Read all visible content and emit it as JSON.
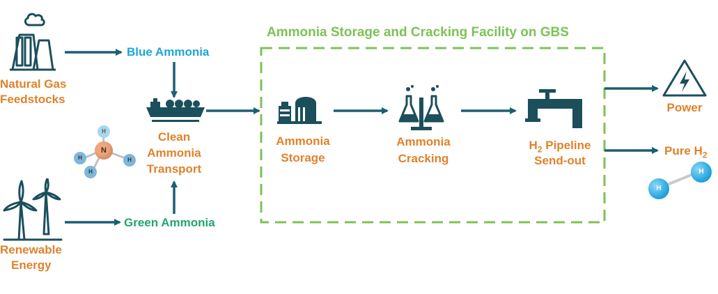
{
  "facility": {
    "title": "Ammonia Storage and Cracking Facility on GBS"
  },
  "sources": {
    "natural_gas": {
      "label_line1": "Natural  Gas",
      "label_line2": "Feedstocks"
    },
    "renewable": {
      "label_line1": "Renewable",
      "label_line2": "Energy"
    }
  },
  "ammonia": {
    "blue": "Blue Ammonia",
    "green": "Green Ammonia"
  },
  "transport": {
    "line1": "Clean",
    "line2": "Ammonia",
    "line3": "Transport"
  },
  "molecule": {
    "nitrogen": "N",
    "hydrogen": "H",
    "h2_atom": "H"
  },
  "steps": {
    "storage": {
      "line1": "Ammonia",
      "line2": "Storage"
    },
    "cracking": {
      "line1": "Ammonia",
      "line2": "Cracking"
    },
    "pipeline": {
      "line1_prefix": "H",
      "line1_sub": "2",
      "line1_suffix": " Pipeline",
      "line2": "Send-out"
    }
  },
  "outputs": {
    "power": "Power",
    "pure_h2_prefix": "Pure H",
    "pure_h2_sub": "2"
  },
  "colors": {
    "arrow": "#1b5f73",
    "icon": "#1b4f5c",
    "orange": "#e0822a",
    "blue_ammonia": "#1aa7d8",
    "green_ammonia": "#22a56e",
    "facility_border": "#7cc256",
    "hydrogen_sphere": "#29a9e1"
  }
}
